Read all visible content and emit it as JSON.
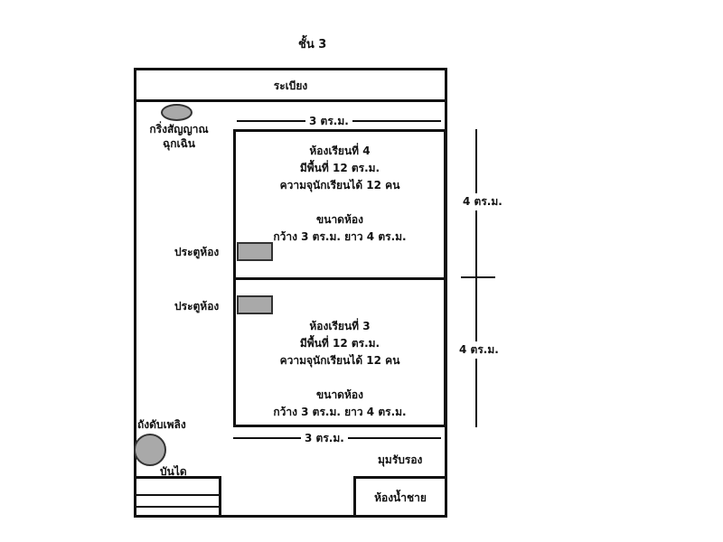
{
  "title": "ชั้น 3",
  "balcony": "ระเบียง",
  "alarm": {
    "line1": "กริ่งสัญญาณ",
    "line2": "ฉุกเฉิน"
  },
  "top_dimension": "3 ตร.ม.",
  "bottom_dimension": "3 ตร.ม.",
  "right_dimensions": [
    "4 ตร.ม.",
    "4 ตร.ม."
  ],
  "rooms": [
    {
      "name": "ห้องเรียนที่ 4",
      "area": "มีพื้นที่ 12 ตร.ม.",
      "capacity": "ความจุนักเรียนได้ 12 คน",
      "size_label": "ขนาดห้อง",
      "size": "กว้าง 3 ตร.ม. ยาว 4 ตร.ม.",
      "door": "ประตูห้อง"
    },
    {
      "name": "ห้องเรียนที่ 3",
      "area": "มีพื้นที่ 12 ตร.ม.",
      "capacity": "ความจุนักเรียนได้ 12 คน",
      "size_label": "ขนาดห้อง",
      "size": "กว้าง 3 ตร.ม. ยาว 4 ตร.ม.",
      "door": "ประตูห้อง"
    }
  ],
  "extinguisher": "ถังดับเพลิง",
  "stairs": "บันได",
  "lounge": "มุมรับรอง",
  "restroom": "ห้องน้ำชาย"
}
